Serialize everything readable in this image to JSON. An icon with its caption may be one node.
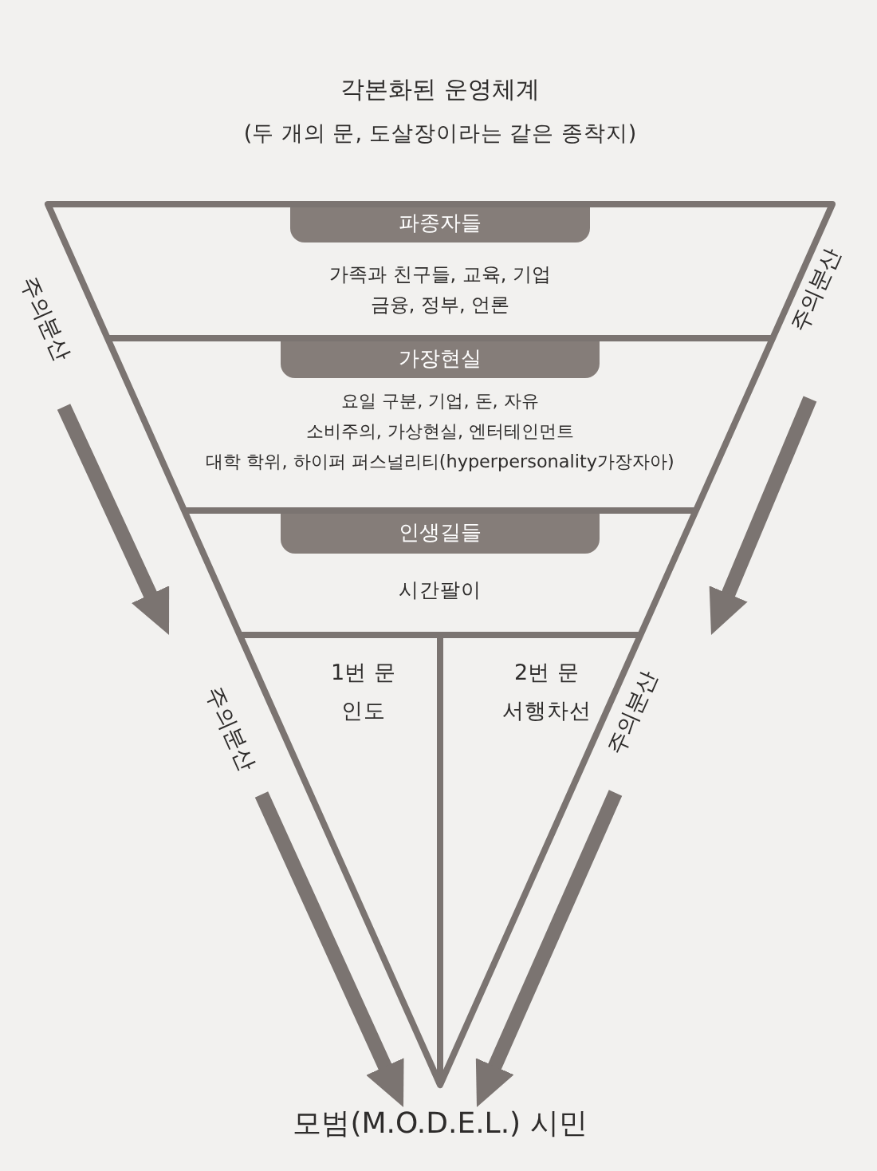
{
  "diagram": {
    "title": "각본화된 운영체계",
    "nodes": [
      {
        "text": [],
        "shape": "triangle"
      },
      {
        "text": [
          "파종자들",
          "가족과 친구들, 교육, 기업 금융, 정부, 언론"
        ],
        "in": 0
      },
      {
        "text": [
          "가장현실",
          "요일 구분, 기업, 돈, 자유 소비주의, 가상현실, 엔터테인먼트 대학 학위, 하이퍼 퍼스널리티(hyperpersonality가장자아)"
        ],
        "in": 0
      },
      {
        "text": [
          "인생길들",
          "시간팔이"
        ],
        "in": 0
      },
      {
        "text": [
          "1번 문 인도"
        ],
        "in": 0
      },
      {
        "text": [
          "2번 문 서행차선"
        ],
        "in": 0
      },
      {
        "text": [
          "모범(M.O.D.E.L.) 시민"
        ]
      }
    ],
    "edges": [
      {
        "from": null,
        "to": 6,
        "arrow": "to",
        "label": "주의분산"
      },
      {
        "from": null,
        "to": 6,
        "arrow": "to",
        "label": "주의분산"
      }
    ],
    "labels": [
      "(두 개의 문, 도살장이라는 같은 종착지)",
      "주의분산",
      "주의분산"
    ]
  }
}
